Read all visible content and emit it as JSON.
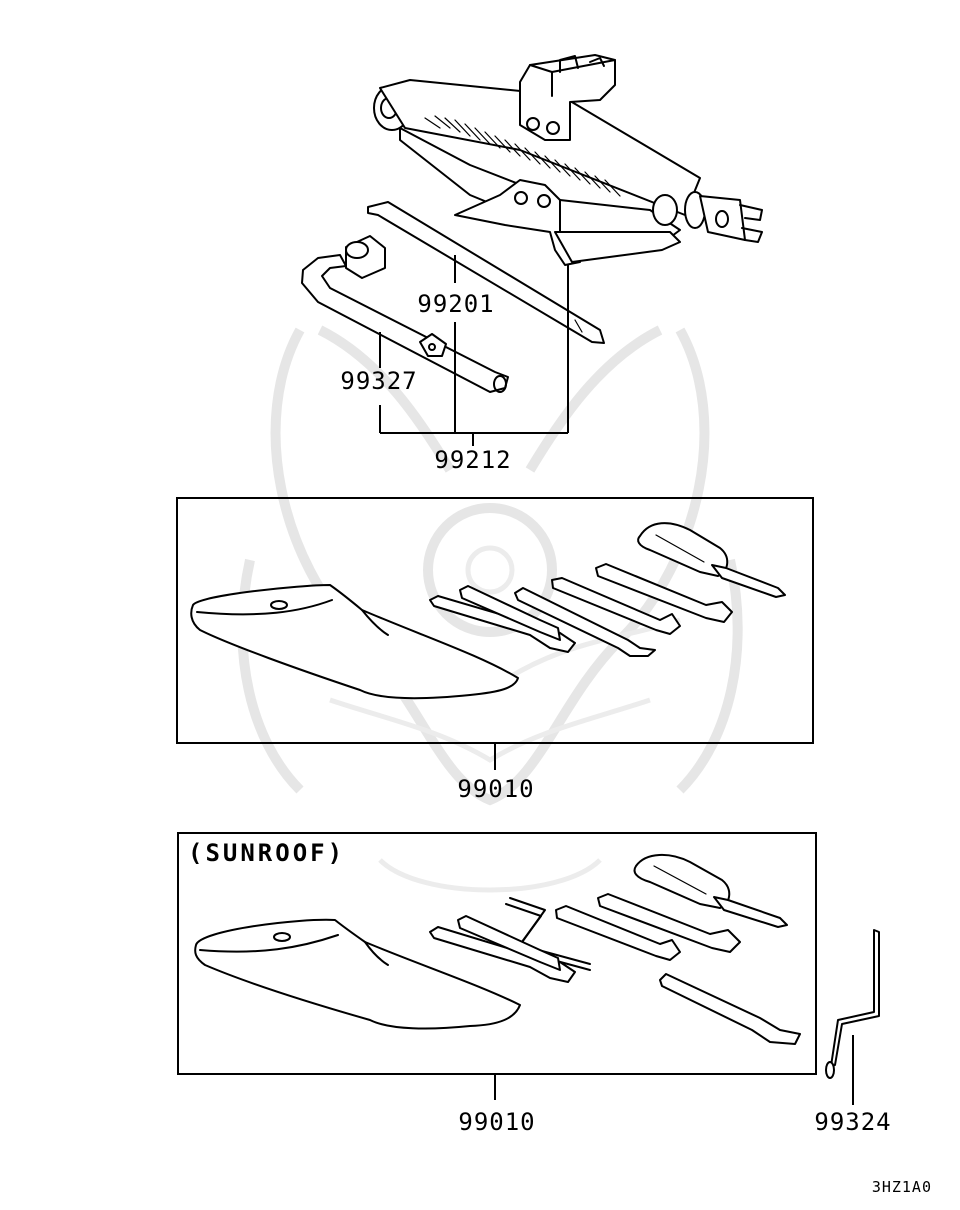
{
  "labels": {
    "rod": "99201",
    "wrench": "99327",
    "jack_set": "99212",
    "tool_kit": "99010",
    "tool_kit_sunroof": "99010",
    "sunroof_handle": "99324"
  },
  "sunroof_kit_title": "(SUNROOF)",
  "diagram_code": "3HZ1A0",
  "colors": {
    "ink": "#000000",
    "background": "#ffffff",
    "watermark": "#e6e6e6"
  }
}
